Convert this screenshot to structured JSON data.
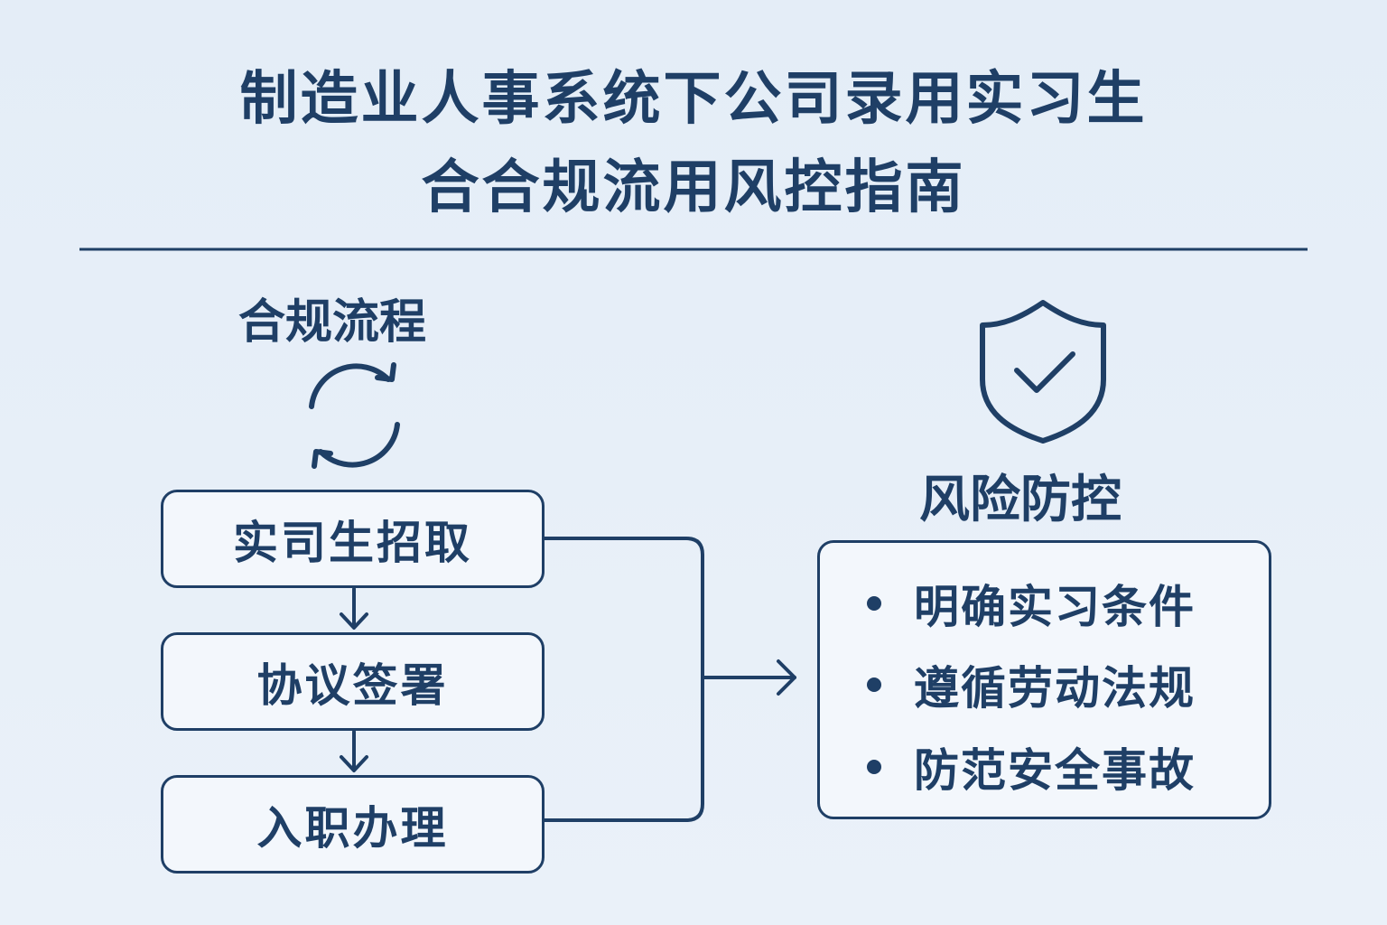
{
  "title": {
    "line1": "制造业人事系统下公司录用实习生",
    "line2": "合合规流用风控指南"
  },
  "process": {
    "heading": "合规流程",
    "steps": [
      "实司生招取",
      "协议签署",
      "入职办理"
    ]
  },
  "risk": {
    "heading": "风险防控",
    "items": [
      "明确实习条件",
      "遵循劳动法规",
      "防范安全事故"
    ]
  },
  "colors": {
    "primary": "#1f3f66",
    "background": "#e6eef8"
  }
}
